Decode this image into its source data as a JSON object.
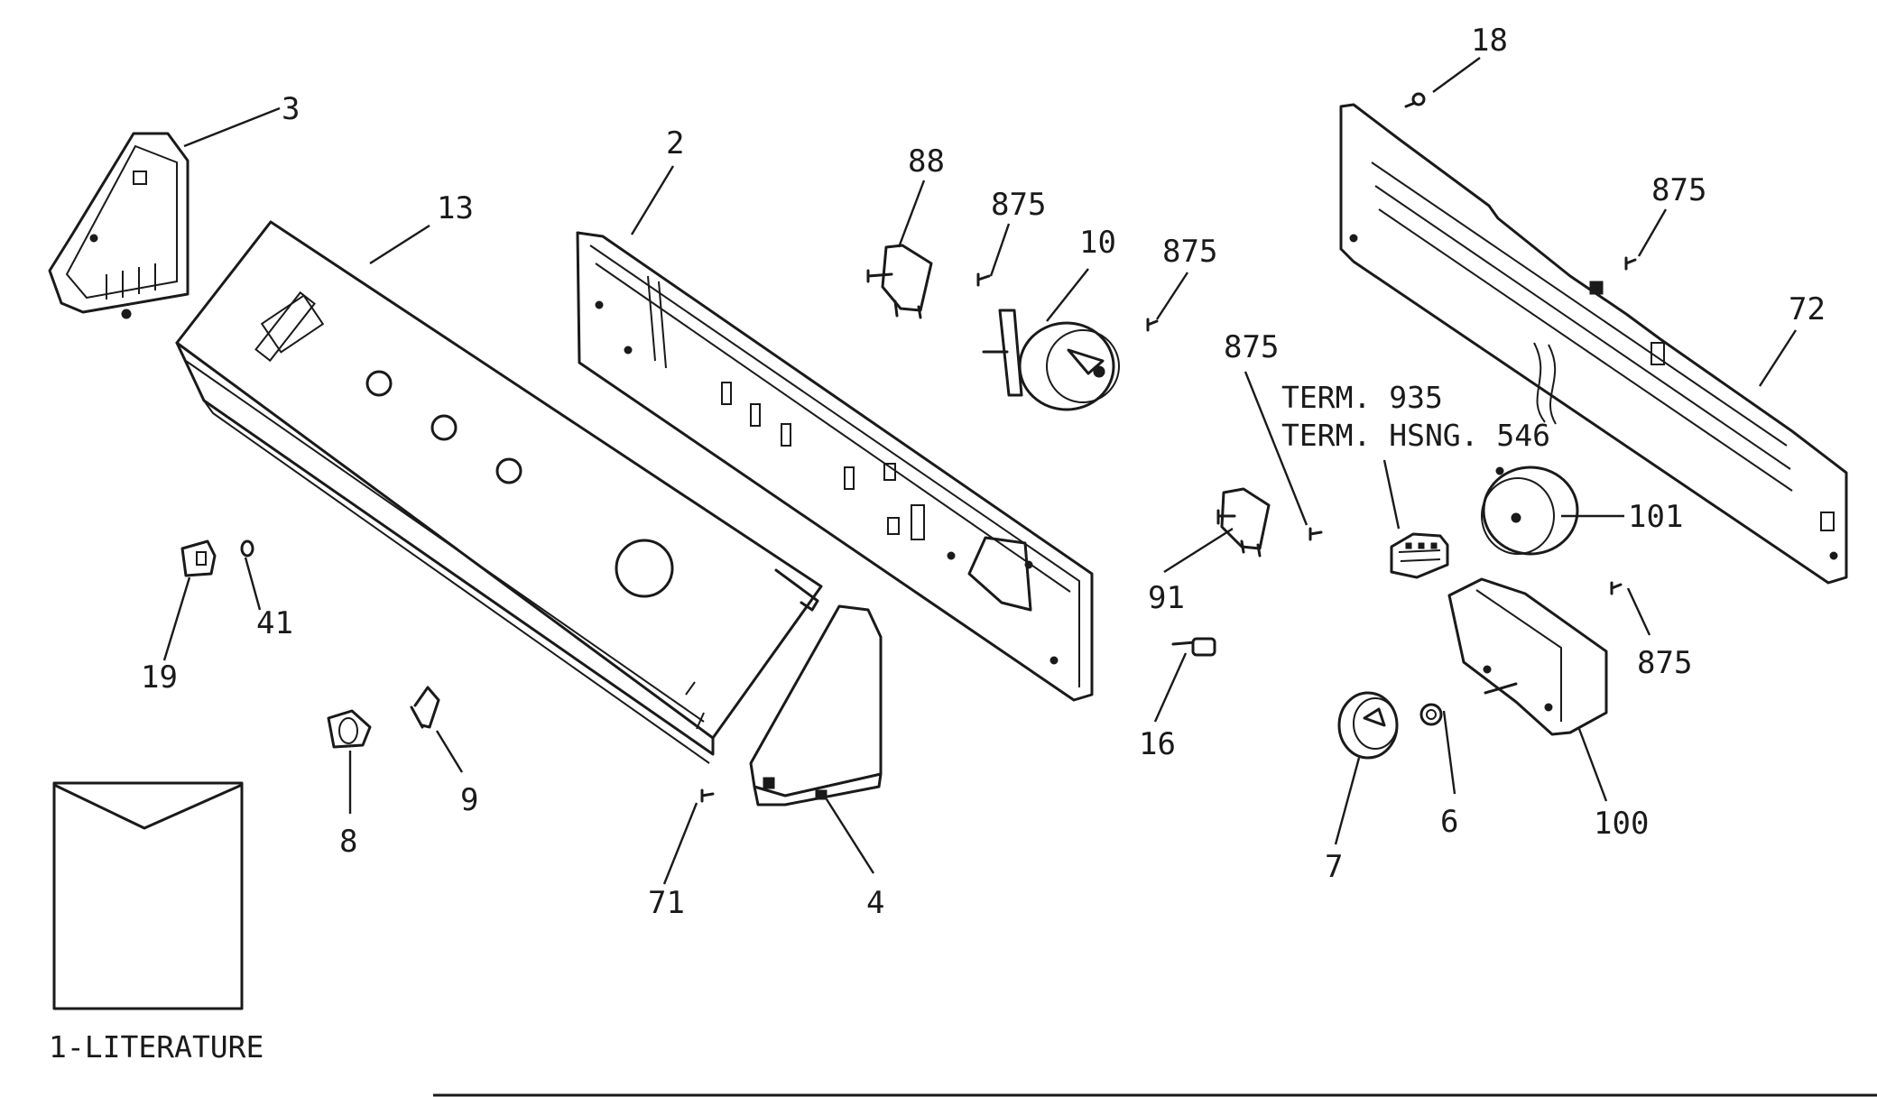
{
  "callouts": {
    "c3": "3",
    "c13": "13",
    "c2": "2",
    "c88": "88",
    "c875_a": "875",
    "c10": "10",
    "c875_b": "875",
    "c18": "18",
    "c875_c": "875",
    "c72": "72",
    "c875_d": "875",
    "c101": "101",
    "c91": "91",
    "c875_e": "875",
    "c16": "16",
    "c100": "100",
    "c6": "6",
    "c7": "7",
    "c19": "19",
    "c41": "41",
    "c8": "8",
    "c9": "9",
    "c71": "71",
    "c4": "4"
  },
  "notes": {
    "term": "TERM. 935",
    "term_housing": "TERM. HSNG. 546",
    "literature": "1-LITERATURE"
  }
}
